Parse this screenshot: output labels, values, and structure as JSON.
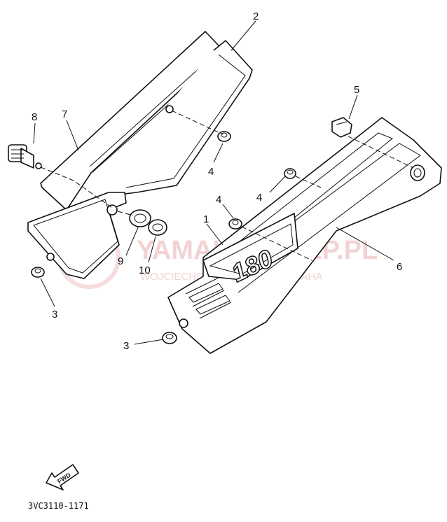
{
  "callouts": [
    "1",
    "2",
    "3",
    "3",
    "4",
    "4",
    "4",
    "5",
    "6",
    "7",
    "8",
    "9",
    "10"
  ],
  "badge_text": "180",
  "fwd_label": "FWD",
  "drawing_code": "3VC3110-1171",
  "watermark": {
    "brand": "YAMAHASKLEP.PL",
    "tagline": "WOJCIECHOWSKI DEALER YAMAHA",
    "color": "#e8a0a0"
  },
  "colors": {
    "line": "#111111",
    "background": "#ffffff"
  }
}
